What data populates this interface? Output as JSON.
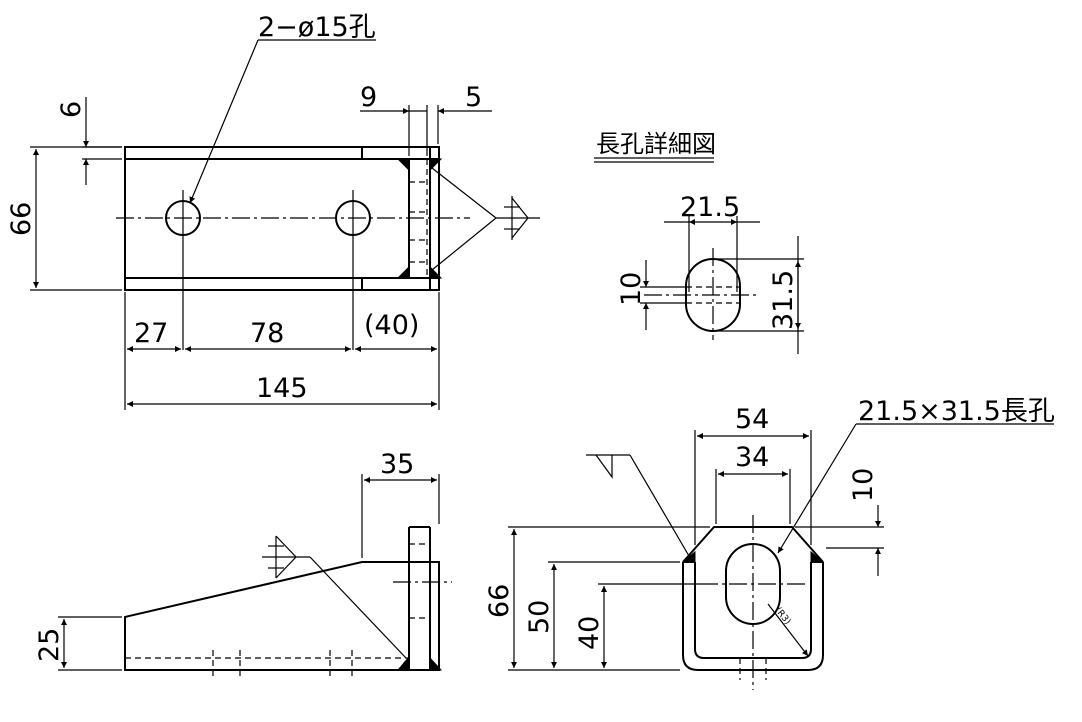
{
  "top_view": {
    "hole_note": "2−ø15孔",
    "dims": {
      "flange_thickness": "6",
      "height": "66",
      "gap_a": "9",
      "gap_b": "5",
      "left_offset": "27",
      "hole_pitch": "78",
      "right_ref": "(40)",
      "overall_length": "145"
    }
  },
  "detail": {
    "title": "長孔詳細図",
    "width": "21.5",
    "small": "10",
    "height": "31.5"
  },
  "side_view": {
    "dims": {
      "top_width": "35",
      "base_height": "25"
    }
  },
  "end_view": {
    "slot_note": "21.5×31.5長孔",
    "dims": {
      "outer_width": "54",
      "inner_width": "34",
      "top_offset": "10",
      "overall_height": "66",
      "side_height": "50",
      "center_height": "40",
      "radius": "(R3)"
    }
  }
}
